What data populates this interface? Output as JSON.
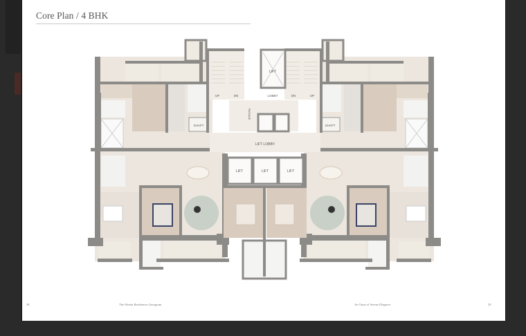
{
  "page": {
    "title": "Core Plan / 4 BHK",
    "footer": {
      "left_page_number": "28",
      "left_text": "The Westin Residences Gurugram",
      "right_text": "An Oasis of Serene Elegance",
      "right_page_number": "29"
    }
  },
  "floor_plan": {
    "labels": {
      "lift_top": "LIFT",
      "lobby": "LOBBY",
      "passage": "PASSAGE",
      "lift_lobby": "LIFT LOBBY",
      "lift_a": "LIFT",
      "lift_b": "LIFT",
      "lift_c": "LIFT",
      "shaft_left": "SHAFT",
      "shaft_right": "SHAFT",
      "up_left": "UP",
      "dn_left": "DN",
      "up_right": "UP",
      "dn_right": "DN"
    },
    "colors": {
      "wall": "#8d8b88",
      "floor": "#ece6de",
      "bedroom": "#d9ccbe",
      "balcony": "#efebe3",
      "rug": "#c9d0c8"
    }
  }
}
